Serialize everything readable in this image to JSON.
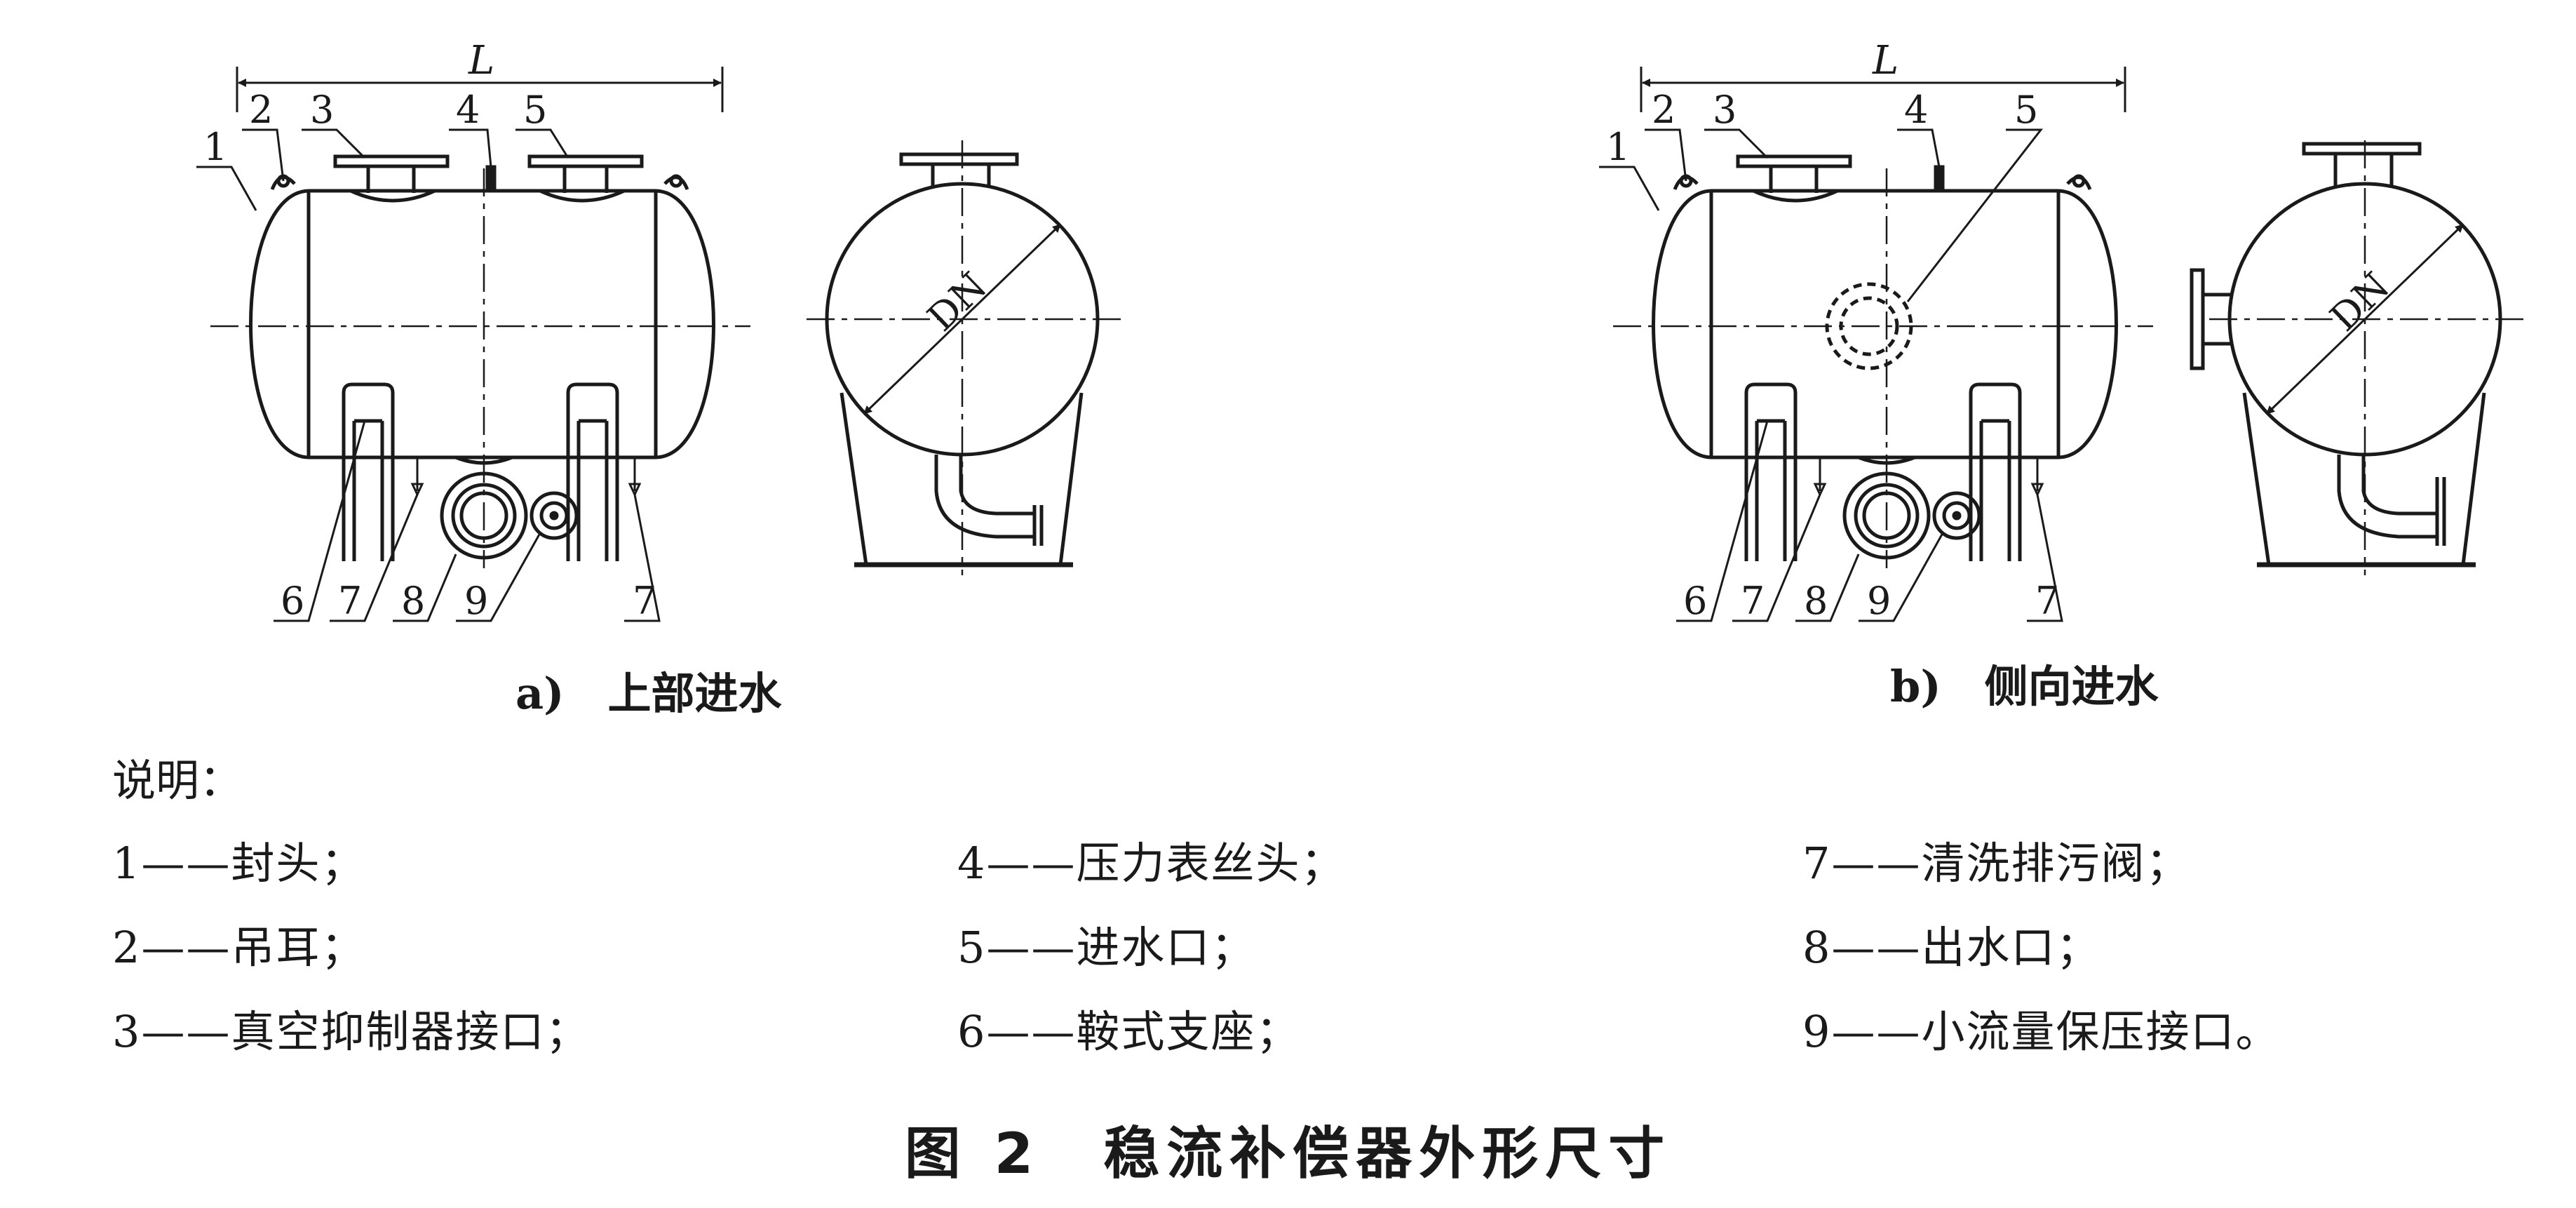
{
  "diagram_a": {
    "dimension_label": "L",
    "diameter_label": "DN",
    "callouts": [
      "1",
      "2",
      "3",
      "4",
      "5",
      "6",
      "7",
      "8",
      "9",
      "7"
    ],
    "caption": "a)　上部进水"
  },
  "diagram_b": {
    "dimension_label": "L",
    "diameter_label": "DN",
    "callouts": [
      "1",
      "2",
      "3",
      "4",
      "5",
      "6",
      "7",
      "8",
      "9",
      "7"
    ],
    "caption": "b)　侧向进水"
  },
  "legend": {
    "title": "说明：",
    "items": [
      "1——封头；",
      "2——吊耳；",
      "3——真空抑制器接口；",
      "4——压力表丝头；",
      "5——进水口；",
      "6——鞍式支座；",
      "7——清洗排污阀；",
      "8——出水口；",
      "9——小流量保压接口。"
    ]
  },
  "figure_caption": "图 2　稳流补偿器外形尺寸"
}
